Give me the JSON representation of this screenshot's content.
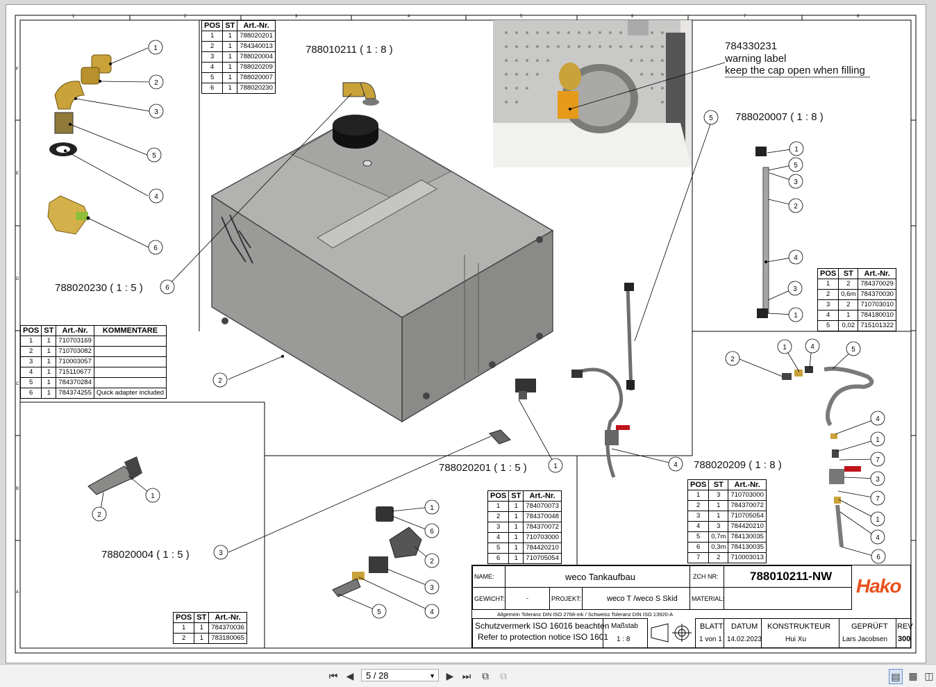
{
  "drawing": {
    "title_top": "788010211 ( 1 : 8 )",
    "label_230": "788020230 ( 1 : 5 )",
    "label_201": "788020201 ( 1 : 5 )",
    "label_004": "788020004 ( 1 : 5 )",
    "label_007": "788020007 ( 1 : 8 )",
    "label_209": "788020209 ( 1 : 8 )",
    "warning_code": "784330231",
    "warning_line1": "warning label",
    "warning_line2": "keep the cap open when filling"
  },
  "tables": {
    "main": {
      "headers": [
        "POS",
        "ST",
        "Art.-Nr."
      ],
      "rows": [
        [
          "1",
          "1",
          "788020201"
        ],
        [
          "2",
          "1",
          "784340013"
        ],
        [
          "3",
          "1",
          "788020004"
        ],
        [
          "4",
          "1",
          "788020209"
        ],
        [
          "5",
          "1",
          "788020007"
        ],
        [
          "6",
          "1",
          "788020230"
        ]
      ]
    },
    "t230": {
      "headers": [
        "POS",
        "ST",
        "Art.-Nr.",
        "KOMMENTARE"
      ],
      "rows": [
        [
          "1",
          "1",
          "710703169",
          ""
        ],
        [
          "2",
          "1",
          "710703082",
          ""
        ],
        [
          "3",
          "1",
          "710003057",
          ""
        ],
        [
          "4",
          "1",
          "715110677",
          ""
        ],
        [
          "5",
          "1",
          "784370284",
          ""
        ],
        [
          "6",
          "1",
          "784374255",
          "Quick adapter included"
        ]
      ]
    },
    "t007": {
      "headers": [
        "POS",
        "ST",
        "Art.-Nr."
      ],
      "rows": [
        [
          "1",
          "2",
          "784370029"
        ],
        [
          "2",
          "0,6m",
          "784370030"
        ],
        [
          "3",
          "2",
          "710703010"
        ],
        [
          "4",
          "1",
          "784180010"
        ],
        [
          "5",
          "0,02",
          "715101322"
        ]
      ]
    },
    "t201": {
      "headers": [
        "POS",
        "ST",
        "Art.-Nr."
      ],
      "rows": [
        [
          "1",
          "1",
          "784070073"
        ],
        [
          "2",
          "1",
          "784370048"
        ],
        [
          "3",
          "1",
          "784370072"
        ],
        [
          "4",
          "1",
          "710703000"
        ],
        [
          "5",
          "1",
          "784420210"
        ],
        [
          "6",
          "1",
          "710705054"
        ]
      ]
    },
    "t209": {
      "headers": [
        "POS",
        "ST",
        "Art.-Nr."
      ],
      "rows": [
        [
          "1",
          "3",
          "710703000"
        ],
        [
          "2",
          "1",
          "784370072"
        ],
        [
          "3",
          "1",
          "710705054"
        ],
        [
          "4",
          "3",
          "784420210"
        ],
        [
          "5",
          "0,7m",
          "784130035"
        ],
        [
          "6",
          "0,3m",
          "784130035"
        ],
        [
          "7",
          "2",
          "710003013"
        ]
      ]
    },
    "t004": {
      "headers": [
        "POS",
        "ST",
        "Art.-Nr."
      ],
      "rows": [
        [
          "1",
          "1",
          "784370036"
        ],
        [
          "2",
          "1",
          "783180065"
        ]
      ]
    }
  },
  "titleblock": {
    "name_label": "NAME:",
    "name_value": "weco Tankaufbau",
    "zch_label": "ZCH NR:",
    "zch_value": "788010211-NW",
    "gewicht_label": "GEWICHT:",
    "gewicht_value": "-",
    "projekt_label": "PROJEKT:",
    "projekt_value": "weco T /weco S Skid",
    "material_label": "MATERIAL:",
    "tolerance": "Allgemein Toleranz DIN ISO 2768-mk / Schweiss Toleranz DIN ISO 13920-A",
    "protection1": "Schutzvermerk  ISO 16016 beachten",
    "protection2": "Refer to protection notice ISO 1601",
    "massstab_label": "Maßstab",
    "massstab_value": "1 : 8",
    "blatt_label": "BLATT",
    "blatt_value": "1 von 1",
    "datum_label": "DATUM",
    "datum_value": "14.02.2023",
    "konstrukteur_label": "KONSTRUKTEUR",
    "konstrukteur_value": "Hui Xu",
    "geprueft_label": "GEPRÜFT",
    "geprueft_value": "Lars Jacobsen",
    "rev_label": "REV",
    "rev_value": "300",
    "logo": "Hako"
  },
  "border": {
    "cols": [
      "1",
      "2",
      "3",
      "4",
      "5",
      "6",
      "7",
      "8"
    ],
    "rows": [
      "F",
      "E",
      "D",
      "C",
      "B",
      "A"
    ]
  },
  "viewer": {
    "page_display": "5 / 28"
  },
  "colors": {
    "tank": "#9a9a98",
    "brass": "#c9a23a",
    "logo": "#e8511c",
    "valve_red": "#c0141c"
  }
}
